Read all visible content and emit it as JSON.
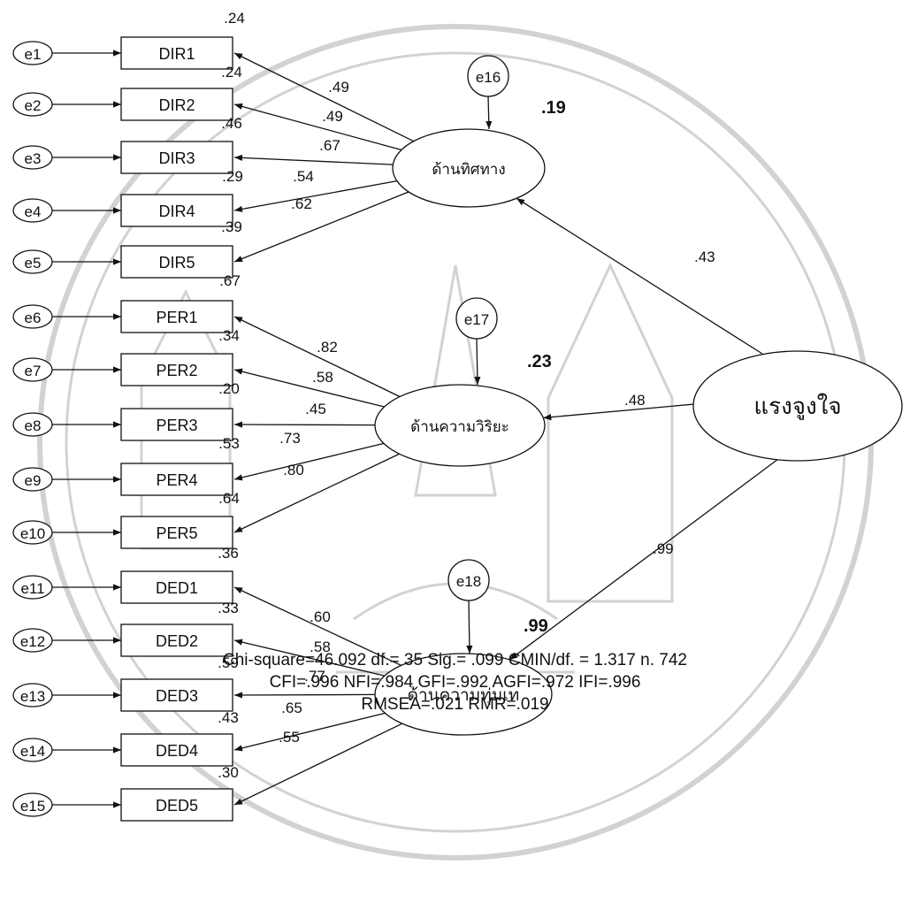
{
  "errors": {
    "indicators": [
      "e1",
      "e2",
      "e3",
      "e4",
      "e5",
      "e6",
      "e7",
      "e8",
      "e9",
      "e10",
      "e11",
      "e12",
      "e13",
      "e14",
      "e15"
    ],
    "factors": [
      "e16",
      "e17",
      "e18"
    ]
  },
  "factors": [
    {
      "name": "ด้านทิศทาง",
      "r2": ".19",
      "path_from_motivation": ".43",
      "indicators": [
        {
          "name": "DIR1",
          "r2": ".24",
          "loading": ".49"
        },
        {
          "name": "DIR2",
          "r2": ".24",
          "loading": ".49"
        },
        {
          "name": "DIR3",
          "r2": ".46",
          "loading": ".67"
        },
        {
          "name": "DIR4",
          "r2": ".29",
          "loading": ".54"
        },
        {
          "name": "DIR5",
          "r2": ".39",
          "loading": ".62"
        }
      ]
    },
    {
      "name": "ด้านความวิริยะ",
      "r2": ".23",
      "path_from_motivation": ".48",
      "indicators": [
        {
          "name": "PER1",
          "r2": ".67",
          "loading": ".82"
        },
        {
          "name": "PER2",
          "r2": ".34",
          "loading": ".58"
        },
        {
          "name": "PER3",
          "r2": ".20",
          "loading": ".45"
        },
        {
          "name": "PER4",
          "r2": ".53",
          "loading": ".73"
        },
        {
          "name": "PER5",
          "r2": ".64",
          "loading": ".80"
        }
      ]
    },
    {
      "name": "ด้านความทุ่มเท",
      "r2": ".99",
      "path_from_motivation": ".99",
      "indicators": [
        {
          "name": "DED1",
          "r2": ".36",
          "loading": ".60"
        },
        {
          "name": "DED2",
          "r2": ".33",
          "loading": ".58"
        },
        {
          "name": "DED3",
          "r2": ".59",
          "loading": ".77"
        },
        {
          "name": "DED4",
          "r2": ".43",
          "loading": ".65"
        },
        {
          "name": "DED5",
          "r2": ".30",
          "loading": ".55"
        }
      ]
    }
  ],
  "motivation": {
    "name": "แรงจูงใจ"
  },
  "fit_indices": [
    "Chi-square=46.092   df.= 35   Sig.= .099  CMIN/df. = 1.317  n. 742",
    "CFI=.996  NFI=.984  GFI=.992  AGFI=.972  IFI=.996",
    "RMSEA=.021 RMR=.019"
  ],
  "colors": {
    "stroke": "#111111",
    "background": "#ffffff",
    "watermark": "#cccccc"
  }
}
